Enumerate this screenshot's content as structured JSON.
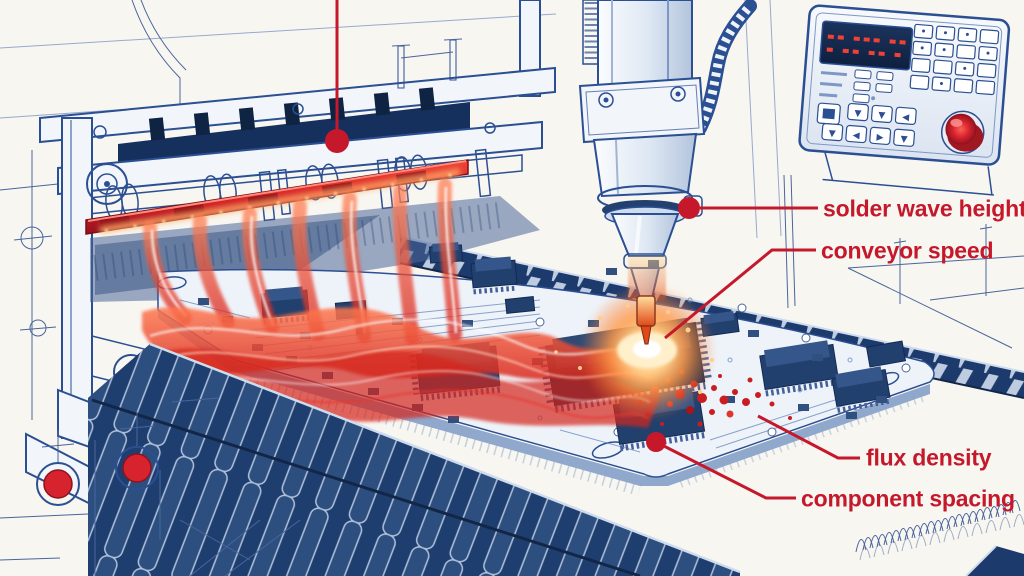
{
  "scene": {
    "description": "Technical blueprint-style illustration of a wave soldering machine soldering a printed circuit board"
  },
  "palette": {
    "background": "#f8f6f1",
    "blueprint_blue": "#2b4f93",
    "navy": "#1d3a6d",
    "accent_red": "#c5182b",
    "bright_red": "#d6232e",
    "glow_orange": "#ff9a3c",
    "wave_red": "#e0382c",
    "led_red": "#ef4135"
  },
  "callouts": {
    "items": [
      {
        "id": "solder-wave-height",
        "label": "solder wave height"
      },
      {
        "id": "conveyor-speed",
        "label": "conveyor speed"
      },
      {
        "id": "flux-density",
        "label": "flux density"
      },
      {
        "id": "component-spacing",
        "label": "component spacing"
      }
    ]
  },
  "control_panel": {
    "led_rows": 2,
    "keypad_rows": 4,
    "keypad_cols": 4,
    "knob": "red-rotary-knob",
    "icons": {
      "down": "▼",
      "left": "◀",
      "right": "▶"
    }
  }
}
